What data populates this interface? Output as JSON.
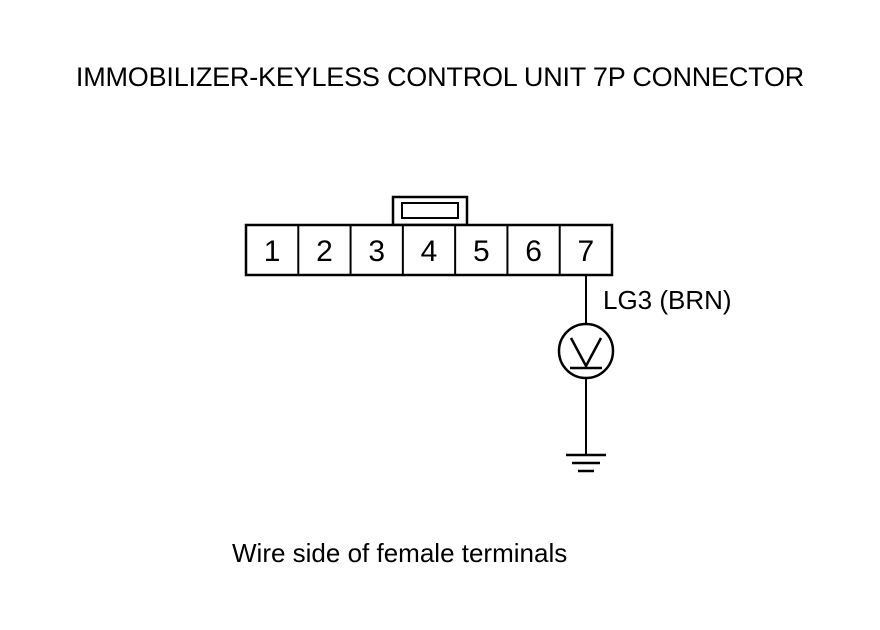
{
  "title": "IMMOBILIZER-KEYLESS CONTROL UNIT 7P CONNECTOR",
  "connector": {
    "pins": [
      "1",
      "2",
      "3",
      "4",
      "5",
      "6",
      "7"
    ]
  },
  "wire_label": "LG3 (BRN)",
  "meter_symbol": "V",
  "caption": "Wire side of female terminals"
}
